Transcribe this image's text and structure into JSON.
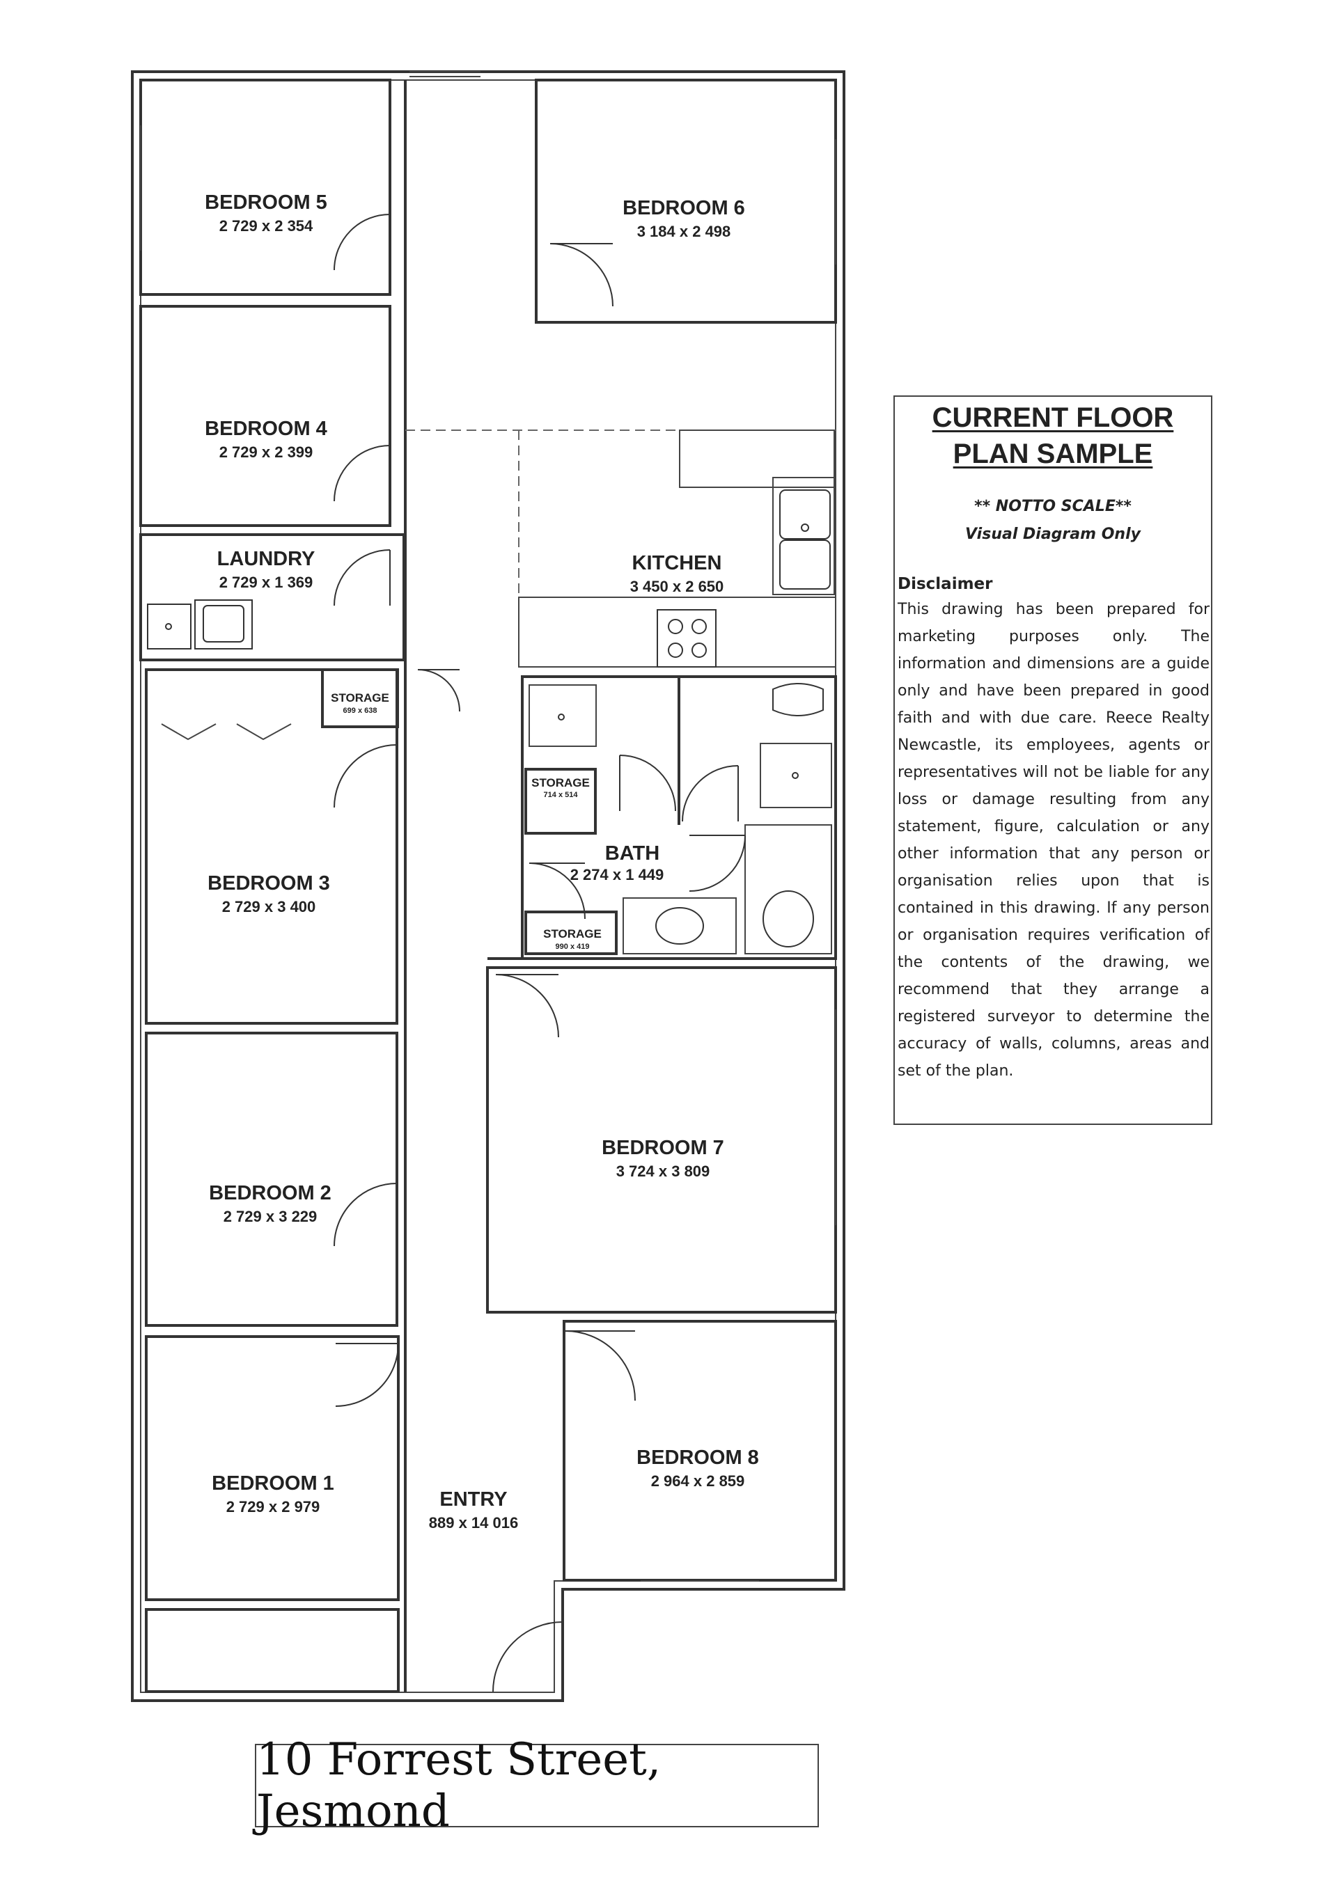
{
  "info": {
    "title_line1": "CURRENT FLOOR",
    "title_line2": "PLAN SAMPLE",
    "note_line1": "** NOTTO SCALE**",
    "note_line2": "Visual Diagram Only",
    "disclaimer_heading": "Disclaimer",
    "disclaimer_text": "This drawing has been prepared for marketing purposes only. The information and dimensions are a guide only and have been prepared in good faith and with due care. Reece Realty Newcastle, its employees, agents or representatives will not be liable for any loss or damage resulting from any statement, figure, calculation or any other information that any person or organisation relies upon that is contained in this drawing. If any person or organisation requires verification of the contents of the drawing, we recommend that they arrange a registered surveyor to determine the accuracy of walls, columns, areas and set of the plan."
  },
  "address": "10 Forrest Street, Jesmond",
  "rooms": {
    "bedroom5": {
      "name": "BEDROOM 5",
      "dims": "2 729 x 2 354"
    },
    "bedroom6": {
      "name": "BEDROOM 6",
      "dims": "3 184 x 2 498"
    },
    "bedroom4": {
      "name": "BEDROOM 4",
      "dims": "2 729 x 2 399"
    },
    "laundry": {
      "name": "LAUNDRY",
      "dims": "2 729 x 1 369"
    },
    "kitchen": {
      "name": "KITCHEN",
      "dims": "3 450 x 2 650"
    },
    "storage1": {
      "name": "STORAGE",
      "dims": "699 x 638"
    },
    "storage2": {
      "name": "STORAGE",
      "dims": "714 x 514"
    },
    "storage3": {
      "name": "STORAGE",
      "dims": "990 x 419"
    },
    "bath": {
      "name": "BATH",
      "dims": "2 274 x 1 449"
    },
    "bedroom3": {
      "name": "BEDROOM 3",
      "dims": "2 729 x 3 400"
    },
    "bedroom7": {
      "name": "BEDROOM 7",
      "dims": "3 724 x 3 809"
    },
    "bedroom2": {
      "name": "BEDROOM 2",
      "dims": "2 729 x 3 229"
    },
    "bedroom8": {
      "name": "BEDROOM 8",
      "dims": "2 964 x 2 859"
    },
    "bedroom1": {
      "name": "BEDROOM 1",
      "dims": "2 729 x 2 979"
    },
    "entry": {
      "name": "ENTRY",
      "dims": "889 x 14 016"
    }
  }
}
